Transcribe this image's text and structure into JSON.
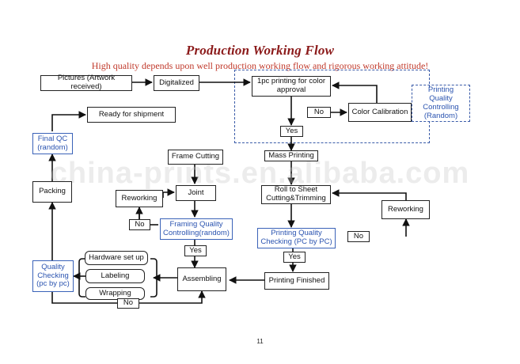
{
  "header": {
    "title": "Production Working Flow",
    "subtitle": "High quality depends upon well production working flow and rigorous working attitude!"
  },
  "nodes": {
    "pictures": "Pictures (Artwork received)",
    "digitalized": "Digitalized",
    "printing_1pc": "1pc printing for color approval",
    "no_color": "No",
    "color_calibration": "Color Calibration",
    "printing_quality_random": "Printing Quality Controlling (Random)",
    "yes_mass": "Yes",
    "mass_printing": "Mass Printing",
    "ready_shipment": "Ready for shipment",
    "final_qc": "Final QC (random)",
    "frame_cutting": "Frame Cutting",
    "joint": "Joint",
    "reworking_frame": "Reworking",
    "no_frame": "No",
    "framing_quality": "Framing Quality Controlling(random)",
    "yes_frame": "Yes",
    "packing": "Packing",
    "roll_to_sheet": "Roll to Sheet Cutting&Trimming",
    "reworking_print": "Reworking",
    "printing_quality_pc": "Printing Quality Checking (PC by PC)",
    "no_print": "No",
    "yes_print": "Yes",
    "printing_finished": "Printing Finished",
    "assembling": "Assembling",
    "hardware": "Hardware set up",
    "labeling": "Labeling",
    "wrapping": "Wrapping",
    "no_quality": "No",
    "quality_checking": "Quality Checking (pc by pc)"
  },
  "watermark": "china-prints.en.alibaba.com",
  "page_number": "11"
}
